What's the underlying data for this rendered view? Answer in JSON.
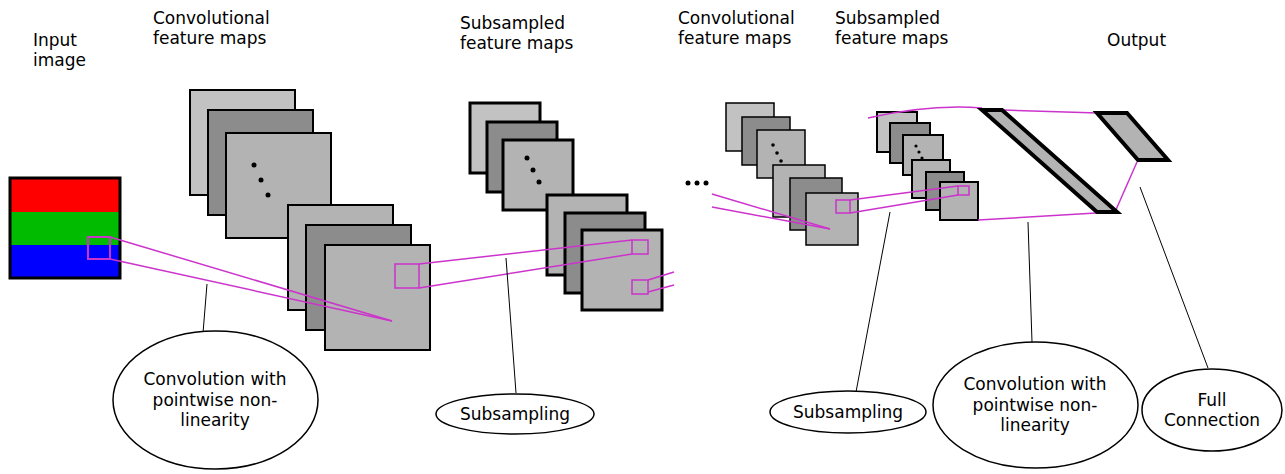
{
  "diagram": {
    "nodes": [
      {
        "text": [
          "Convolution with pointwise non-linearity"
        ]
      },
      {
        "text": [
          "Subsampling"
        ]
      },
      {
        "text": [
          "Subsampling"
        ]
      },
      {
        "text": [
          "Convolution with pointwise non-linearity"
        ]
      },
      {
        "text": [
          "Full Connection"
        ]
      }
    ],
    "labels": [
      "Input image",
      "Convolutional feature maps",
      "Subsampled feature maps",
      "Convolutional feature maps",
      "Subsampled feature maps",
      "Output"
    ]
  }
}
